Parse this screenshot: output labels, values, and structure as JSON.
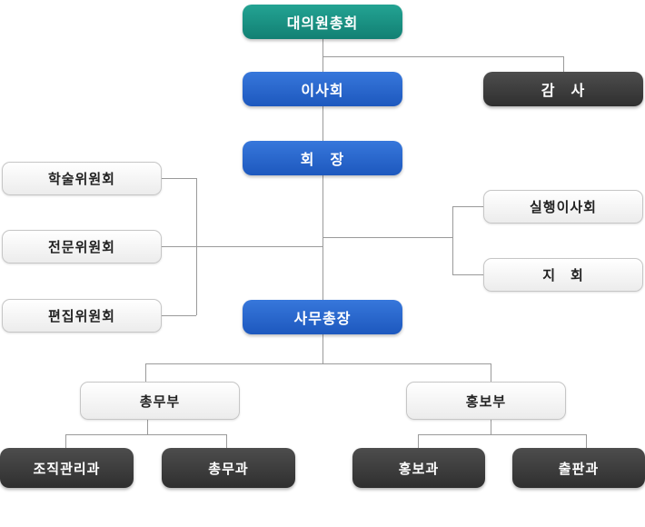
{
  "org_chart": {
    "title": "organization chart",
    "nodes": [
      {
        "id": "general-assembly",
        "label": "대의원총회",
        "style": "teal",
        "level": 1
      },
      {
        "id": "board-of-directors",
        "label": "이사회",
        "style": "blue",
        "level": 2
      },
      {
        "id": "auditor",
        "label": "감　사",
        "style": "dark",
        "level": 2
      },
      {
        "id": "president",
        "label": "회　장",
        "style": "blue",
        "level": 3
      },
      {
        "id": "academic-committee",
        "label": "학술위원회",
        "style": "white",
        "level": 4
      },
      {
        "id": "professional-committee",
        "label": "전문위원회",
        "style": "white",
        "level": 4
      },
      {
        "id": "editorial-committee",
        "label": "편집위원회",
        "style": "white",
        "level": 4
      },
      {
        "id": "executive-board",
        "label": "실행이사회",
        "style": "white",
        "level": 4
      },
      {
        "id": "branch",
        "label": "지　회",
        "style": "white",
        "level": 4
      },
      {
        "id": "secretary-general",
        "label": "사무총장",
        "style": "blue",
        "level": 5
      },
      {
        "id": "general-affairs-dept",
        "label": "총무부",
        "style": "white",
        "level": 6
      },
      {
        "id": "pr-dept",
        "label": "홍보부",
        "style": "white",
        "level": 6
      },
      {
        "id": "org-management-section",
        "label": "조직관리과",
        "style": "dark",
        "level": 7
      },
      {
        "id": "general-affairs-section",
        "label": "총무과",
        "style": "dark",
        "level": 7
      },
      {
        "id": "pr-section",
        "label": "홍보과",
        "style": "dark",
        "level": 7
      },
      {
        "id": "publishing-section",
        "label": "출판과",
        "style": "dark",
        "level": 7
      }
    ],
    "colors": {
      "teal_top": "#23a393",
      "teal_bottom": "#128073",
      "blue_top": "#3777db",
      "blue_bottom": "#1d58be",
      "dark_top": "#4d4d4d",
      "dark_bottom": "#2f2f2f",
      "white_top": "#ffffff",
      "white_bottom": "#ececec",
      "white_border": "#c6c6c6",
      "line": "#9a9a9a",
      "text_light": "#ffffff",
      "text_dark": "#222222"
    }
  }
}
